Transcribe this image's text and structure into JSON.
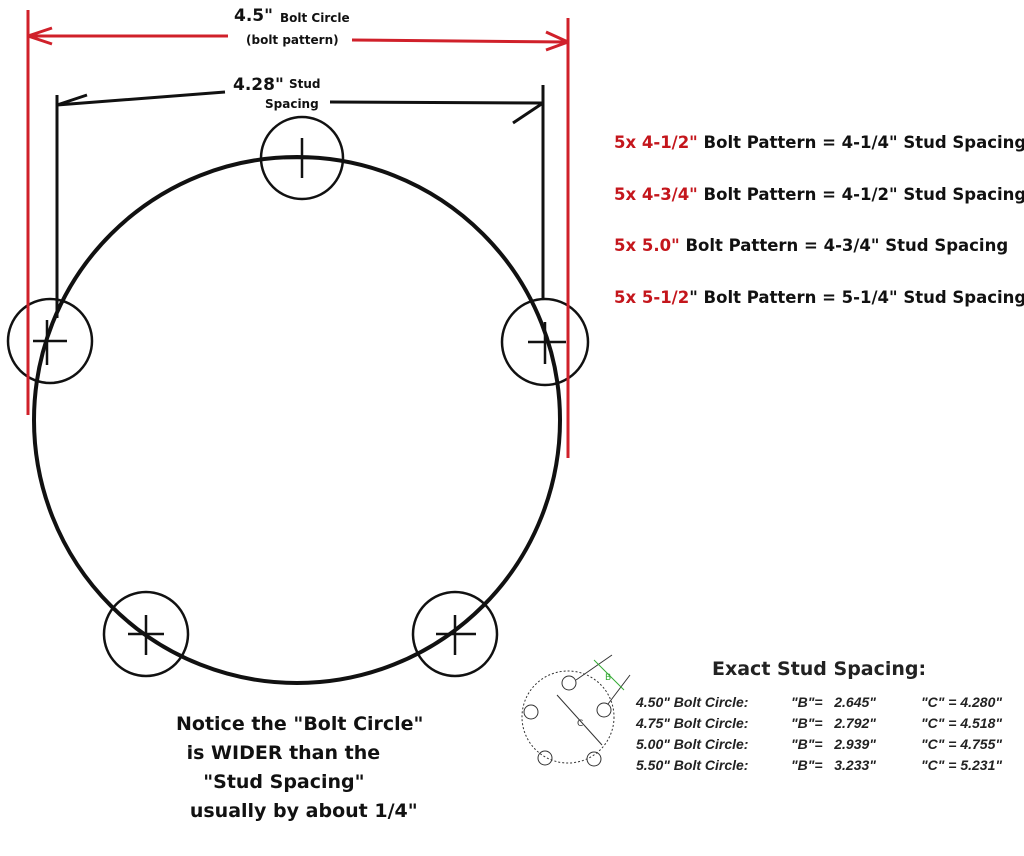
{
  "dimensions": {
    "bolt_circle_value": "4.5\"",
    "bolt_circle_label": "Bolt Circle",
    "bolt_circle_sub": "(bolt pattern)",
    "stud_spacing_value": "4.28\"",
    "stud_spacing_label_1": "Stud",
    "stud_spacing_label_2": "Spacing"
  },
  "colors": {
    "red_dimension": "#d0202a",
    "red_text": "#c4161c",
    "ink": "#111111"
  },
  "equivalences": [
    {
      "pattern": "5x 4-1/2\"",
      "rest": " Bolt Pattern = 4-1/4\" Stud Spacing"
    },
    {
      "pattern": "5x 4-3/4\"",
      "rest": " Bolt Pattern = 4-1/2\" Stud Spacing"
    },
    {
      "pattern": "5x 5.0\"",
      "rest": " Bolt Pattern = 4-3/4\" Stud Spacing"
    },
    {
      "pattern": "5x 5-1/2",
      "rest": "\" Bolt Pattern = 5-1/4\" Stud Spacing"
    }
  ],
  "note": {
    "lines": [
      "Notice the \"Bolt Circle\"",
      " is WIDER than the",
      "  \"Stud Spacing\"",
      "   usually by about 1/4\""
    ]
  },
  "table": {
    "title": "Exact Stud Spacing:",
    "diagram_labels": {
      "b": "B",
      "c": "C"
    },
    "rows": [
      {
        "circle": "4.50\" Bolt Circle:",
        "b": "\"B\"=   2.645\"",
        "c": "\"C\" = 4.280\""
      },
      {
        "circle": "4.75\" Bolt Circle:",
        "b": "\"B\"=   2.792\"",
        "c": "\"C\" = 4.518\""
      },
      {
        "circle": "5.00\" Bolt Circle:",
        "b": "\"B\"=   2.939\"",
        "c": "\"C\" = 4.755\""
      },
      {
        "circle": "5.50\" Bolt Circle:",
        "b": "\"B\"=   3.233\"",
        "c": "\"C\" = 5.231\""
      }
    ]
  }
}
